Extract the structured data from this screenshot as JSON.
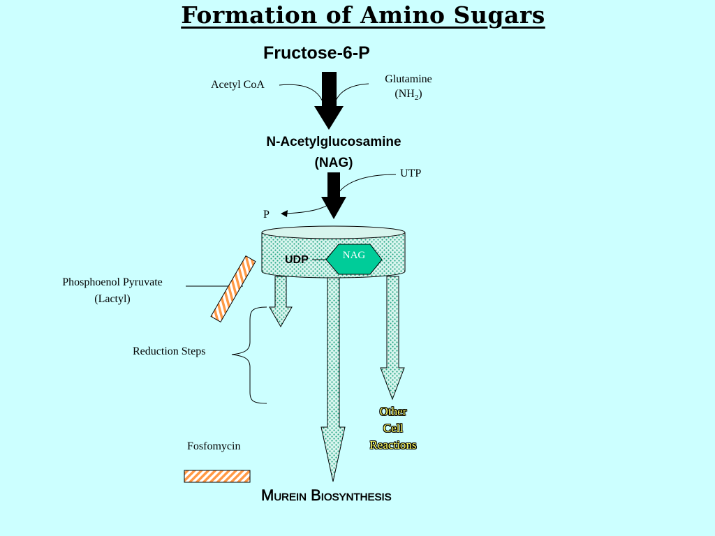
{
  "title": "Formation of Amino Sugars",
  "nodes": {
    "fructose": "Fructose-6-P",
    "nag_name": "N-Acetylglucosamine",
    "nag_abbrev": "(NAG)",
    "murein": "Murein Biosynthesis"
  },
  "inputs": {
    "acetyl_coa": "Acetyl CoA",
    "glutamine": "Glutamine",
    "nh2_prefix": "(NH",
    "nh2_sub": "2",
    "nh2_suffix": ")",
    "utp": "UTP",
    "p": "P",
    "pep": "Phosphoenol Pyruvate",
    "lactyl": "(Lactyl)",
    "reduction": "Reduction Steps",
    "fosfomycin": "Fosfomycin"
  },
  "cylinder": {
    "udp": "UDP",
    "nag": "NAG"
  },
  "other": {
    "line1": "Other",
    "line2": "Cell",
    "line3": "Reactions"
  },
  "colors": {
    "background": "#ccffff",
    "dotted_fill": "#c8f0e6",
    "nag_hexagon": "#00cc99",
    "inhibitor_orange": "#ff9944",
    "other_text": "#ffff66"
  }
}
